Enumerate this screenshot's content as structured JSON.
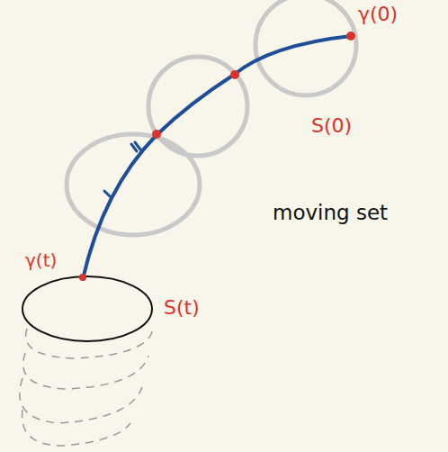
{
  "diagram": {
    "labels": [
      "γ(0)",
      "S(0)",
      "γ(t)",
      "S(t)",
      "moving set"
    ]
  }
}
